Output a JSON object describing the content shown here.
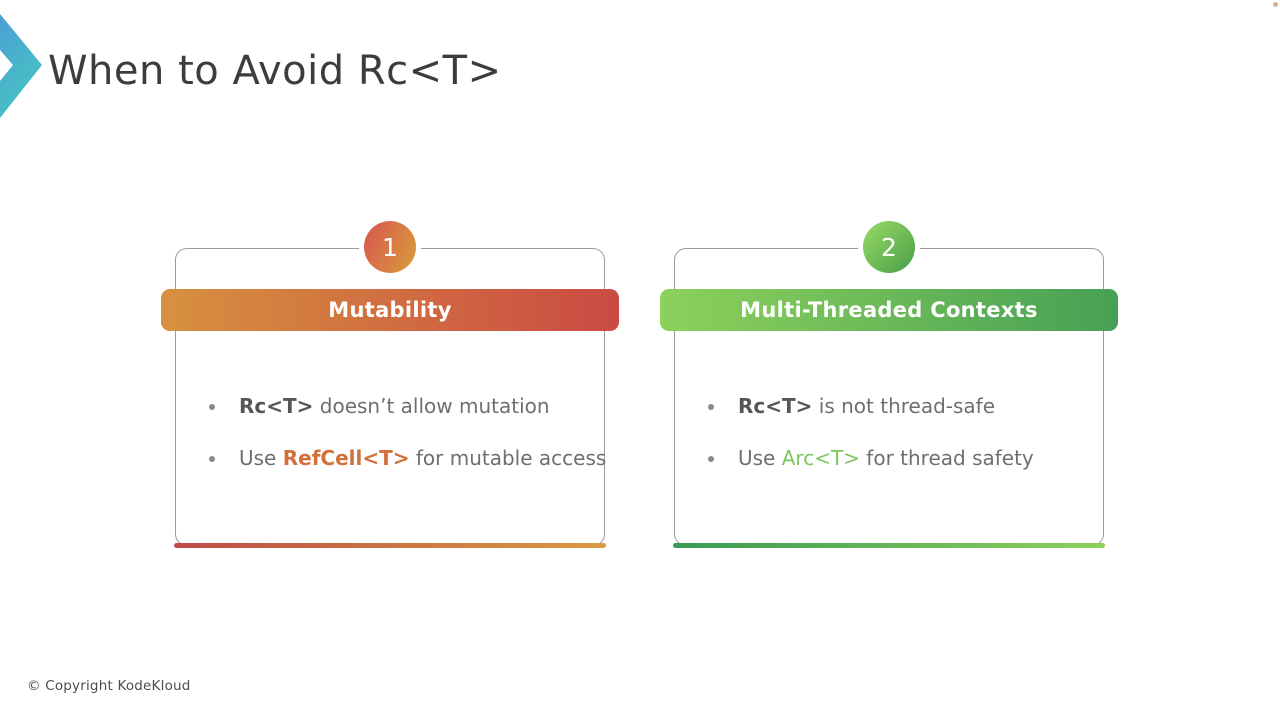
{
  "slide": {
    "title": "When to Avoid Rc<T>",
    "footer": "© Copyright KodeKloud"
  },
  "colors": {
    "title_text": "#3c3c3c",
    "body_text": "#6f6f6f",
    "strong_text": "#565656",
    "card_border": "#9b9b9b",
    "card1_header_gradient": [
      "#d6913f",
      "#cb4a43"
    ],
    "card1_badge_gradient": [
      "#d8604d",
      "#d8923e"
    ],
    "card1_bottom_gradient": [
      "#bf4a47",
      "#d99b40"
    ],
    "card2_header_gradient": [
      "#8dd15c",
      "#47a055"
    ],
    "card2_badge_gradient": [
      "#92d463",
      "#4fa44c"
    ],
    "card2_bottom_gradient": [
      "#3a9a53",
      "#8fd05c"
    ],
    "refcell_accent": "#d2703c",
    "arc_accent": "#7cc65b",
    "logo_gradient": [
      "#4b9fd4",
      "#46c6c1"
    ]
  },
  "cards": [
    {
      "badge": "1",
      "header": "Mutability",
      "bullets": [
        {
          "segments": [
            {
              "text": "Rc<T>",
              "style": "strong"
            },
            {
              "text": " doesn’t allow mutation",
              "style": "plain"
            }
          ]
        },
        {
          "segments": [
            {
              "text": "Use ",
              "style": "plain"
            },
            {
              "text": "RefCell<T>",
              "style": "accent-orange"
            },
            {
              "text": " for mutable access",
              "style": "plain"
            }
          ]
        }
      ]
    },
    {
      "badge": "2",
      "header": "Multi-Threaded Contexts",
      "bullets": [
        {
          "segments": [
            {
              "text": "Rc<T>",
              "style": "strong"
            },
            {
              "text": " is not thread-safe",
              "style": "plain"
            }
          ]
        },
        {
          "segments": [
            {
              "text": "Use ",
              "style": "plain"
            },
            {
              "text": "Arc<T>",
              "style": "accent-green"
            },
            {
              "text": " for thread safety",
              "style": "plain"
            }
          ]
        }
      ]
    }
  ]
}
